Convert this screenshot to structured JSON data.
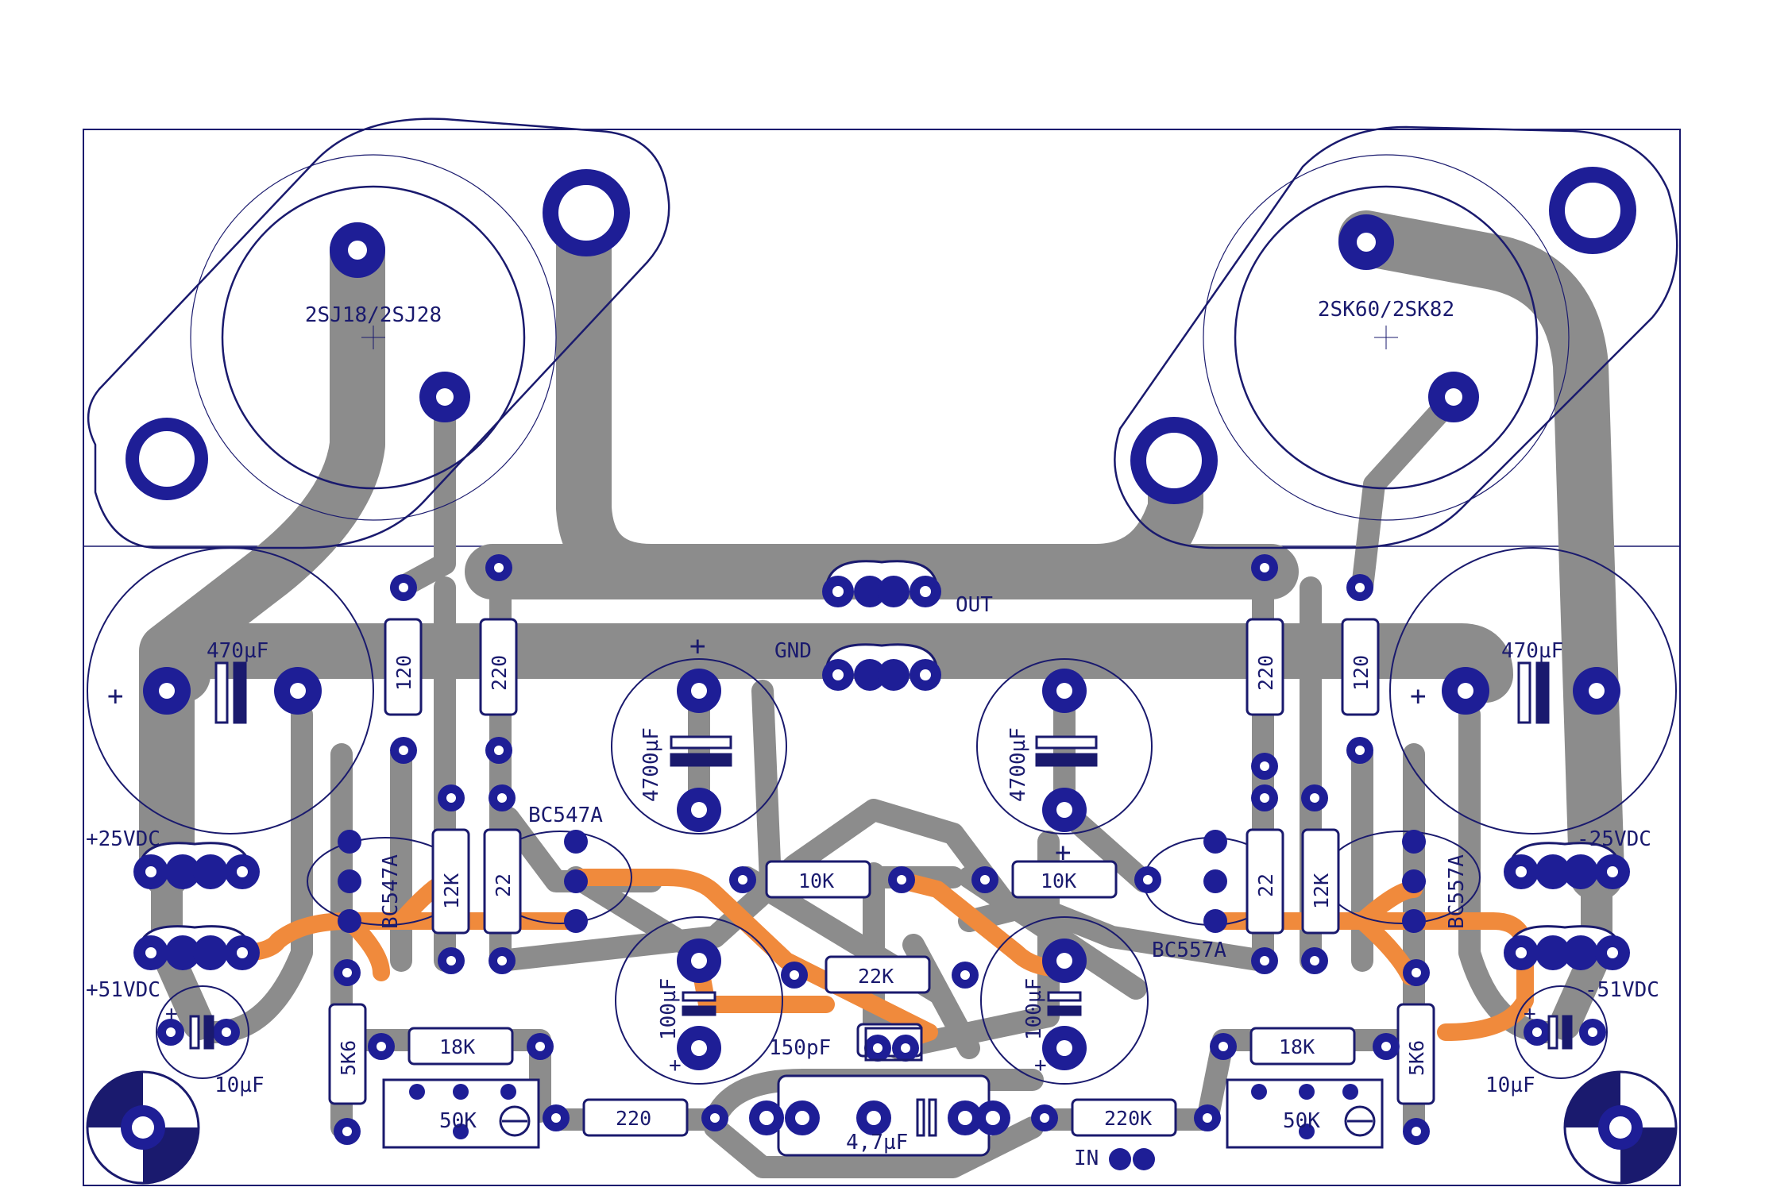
{
  "colors": {
    "board_outline": "#1a1a6e",
    "trace": "#8c8c8c",
    "pad": "#1e1e96",
    "hole": "#ffffff",
    "jumper": "#f08a3c",
    "silkscreen": "#1a1a6e"
  },
  "transistors": {
    "left_power": "2SJ18/2SJ28",
    "right_power": "2SK60/2SK82",
    "left_driver_1": "BC547A",
    "left_driver_2": "BC547A",
    "right_driver_1": "BC557A",
    "right_driver_2": "BC557A"
  },
  "connectors": {
    "out": "OUT",
    "gnd": "GND",
    "pos25": "+25VDC",
    "pos51": "+51VDC",
    "neg25": "-25VDC",
    "neg51": "-51VDC",
    "input": "IN"
  },
  "capacitors": {
    "c_470_left": "470µF",
    "c_470_right": "470µF",
    "c_4700_left": "4700µF",
    "c_4700_right": "4700µF",
    "c_100_left": "100µF",
    "c_100_right": "100µF",
    "c_10_left": "10µF",
    "c_10_right": "10µF",
    "c_150p": "150pF",
    "c_4u7": "4,7µF"
  },
  "resistors": {
    "r_120_left": "120",
    "r_220_left": "220",
    "r_220_right": "220",
    "r_120_right": "120",
    "r_12k_left": "12K",
    "r_22_left": "22",
    "r_22_right": "22",
    "r_12k_right": "12K",
    "r_10k_left": "10K",
    "r_10k_right": "10K",
    "r_22k": "22K",
    "r_5k6_left": "5K6",
    "r_5k6_right": "5K6",
    "r_18k_left": "18K",
    "r_18k_right": "18K",
    "r_220_bottom": "220",
    "r_220k": "220K"
  },
  "trimmers": {
    "left": "50K",
    "right": "50K"
  },
  "polarity": {
    "plus": "+"
  }
}
